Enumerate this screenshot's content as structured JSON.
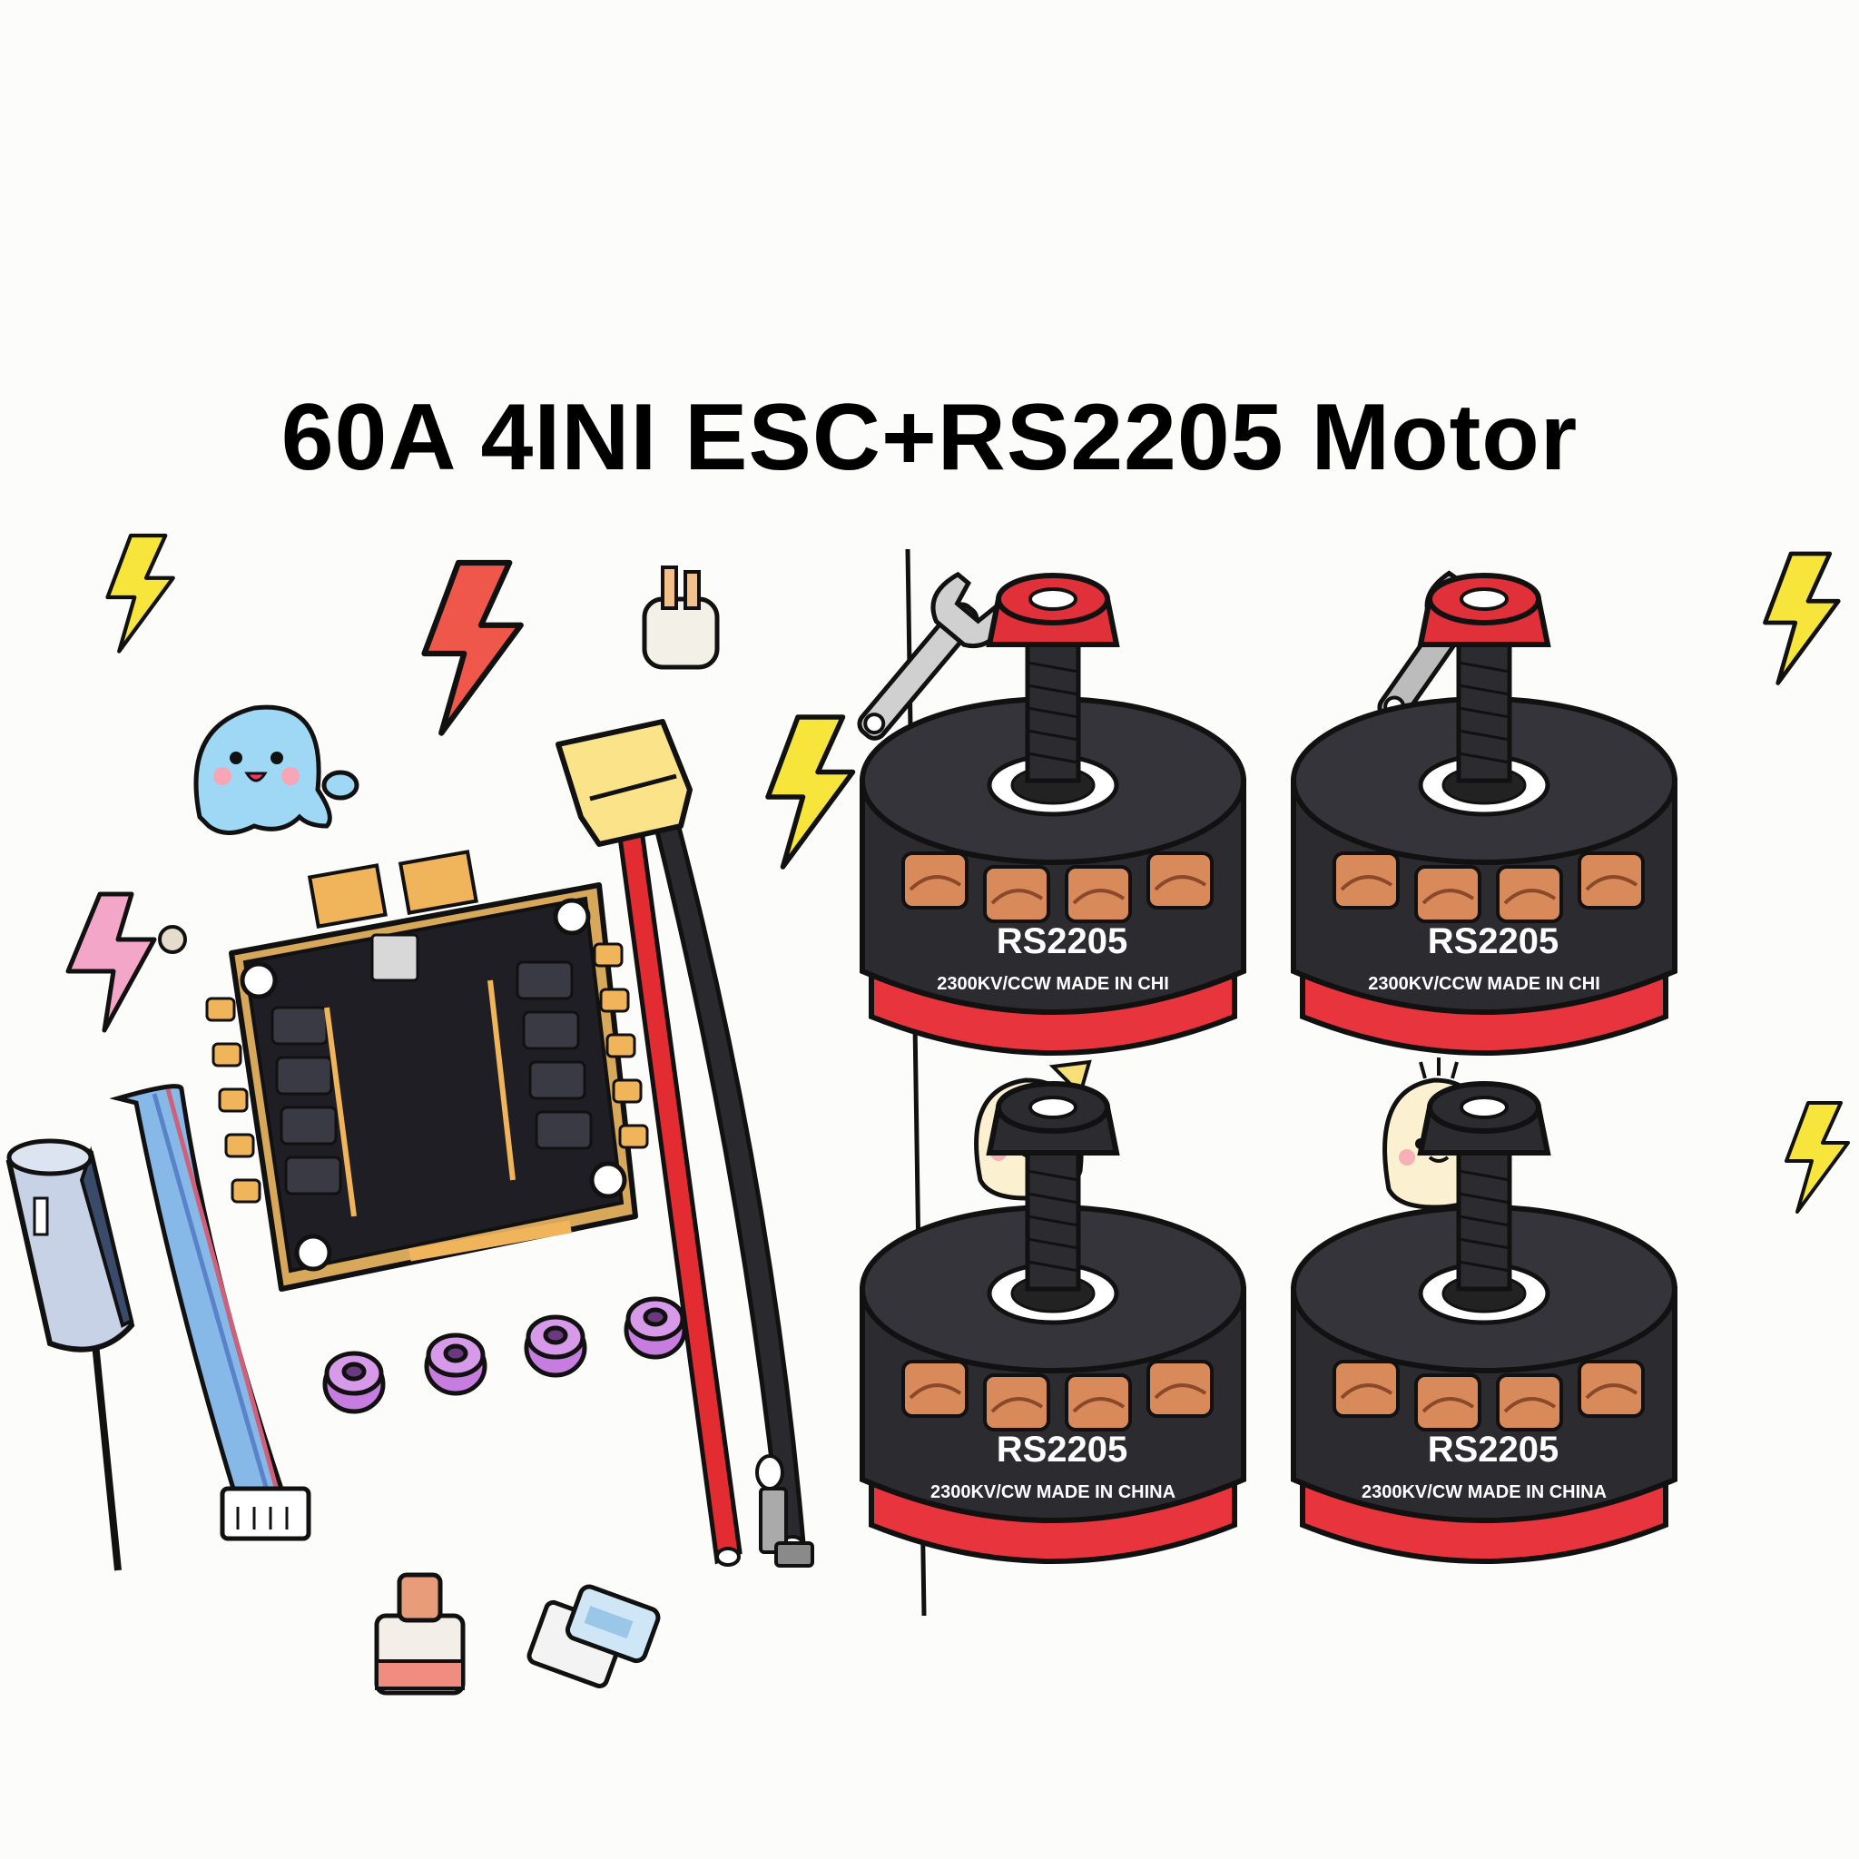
{
  "title": "60A 4INI ESC+RS2205 Motor",
  "motors": [
    {
      "model": "RS2205",
      "spec": "2300KV/CCW  MADE IN CHI"
    },
    {
      "model": "RS2205",
      "spec": "2300KV/CCW  MADE IN CHI"
    },
    {
      "model": "RS2205",
      "spec": "2300KV/CW MADE IN CHINA"
    },
    {
      "model": "RS2205",
      "spec": "2300KV/CW MADE IN CHINA"
    }
  ],
  "colors": {
    "motor_body": "#2b2b30",
    "motor_base": "#e8343c",
    "copper": "#d98a5a",
    "board": "#1e1e24",
    "pad": "#f0b45a",
    "bolt_red": "#e0303a",
    "xt_yellow": "#fbe38a",
    "lightning_yellow": "#f7e53c",
    "lightning_red": "#f0574b",
    "damper": "#c77ddf",
    "ghost": "#9ed8f5"
  }
}
